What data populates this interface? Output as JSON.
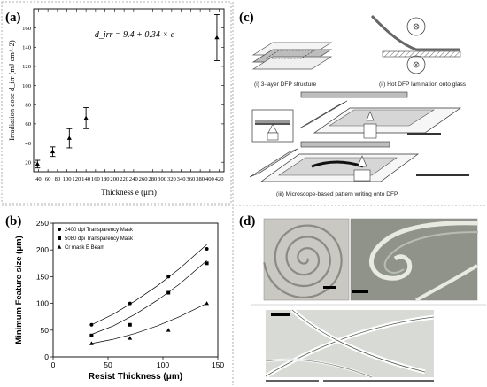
{
  "panels": {
    "a": {
      "letter": "(a)"
    },
    "b": {
      "letter": "(b)"
    },
    "c": {
      "letter": "(c)",
      "captions": {
        "i": "(i) 3-layer DFP structure",
        "ii": "(ii) Hot DFP lamination onto glass",
        "iii": "(iii) Microscope-based pattern writing onto DFP"
      }
    },
    "d": {
      "letter": "(d)"
    }
  },
  "chart_data": [
    {
      "id": "a",
      "type": "scatter",
      "title": "",
      "annotation": "d_irr = 9.4 + 0.34 × e",
      "xlabel": "Thickness e (μm)",
      "ylabel": "Irradiation dose d_irr (mJ cm^-2)",
      "xlim": [
        30,
        430
      ],
      "ylim": [
        10,
        180
      ],
      "xticks": [
        40,
        60,
        80,
        100,
        120,
        140,
        160,
        180,
        200,
        220,
        240,
        260,
        280,
        300,
        320,
        340,
        360,
        380,
        400,
        420
      ],
      "yticks": [
        20,
        40,
        60,
        80,
        100,
        120,
        140,
        160
      ],
      "grid": false,
      "points": [
        {
          "x": 38,
          "y": 18,
          "err": 4
        },
        {
          "x": 70,
          "y": 31,
          "err": 5
        },
        {
          "x": 105,
          "y": 45,
          "err": 10
        },
        {
          "x": 140,
          "y": 66,
          "err": 11
        },
        {
          "x": 415,
          "y": 150,
          "err": 24
        }
      ]
    },
    {
      "id": "b",
      "type": "scatter",
      "title": "",
      "xlabel": "Resist Thickness (μm)",
      "ylabel": "Minimum Feature size (μm)",
      "xlim": [
        0,
        150
      ],
      "ylim": [
        0,
        250
      ],
      "xticks": [
        0,
        50,
        100,
        150
      ],
      "yticks": [
        0,
        50,
        100,
        150,
        200,
        250
      ],
      "grid": false,
      "legend": "top-left",
      "series": [
        {
          "name": "2400 dpi Transparency Mask",
          "marker": "circle",
          "x": [
            35,
            70,
            105,
            140
          ],
          "y": [
            60,
            100,
            150,
            202
          ],
          "fit": [
            [
              35,
              60
            ],
            [
              55,
              80
            ],
            [
              75,
              105
            ],
            [
              95,
              133
            ],
            [
              115,
              165
            ],
            [
              140,
              210
            ]
          ]
        },
        {
          "name": "5080 dpi Transparency Mask",
          "marker": "square",
          "x": [
            35,
            70,
            105,
            140
          ],
          "y": [
            40,
            60,
            120,
            175
          ],
          "fit": [
            [
              35,
              42
            ],
            [
              55,
              58
            ],
            [
              75,
              80
            ],
            [
              95,
              106
            ],
            [
              115,
              136
            ],
            [
              140,
              180
            ]
          ]
        },
        {
          "name": "Cr mask E Beam",
          "marker": "triangle",
          "x": [
            35,
            70,
            105,
            140
          ],
          "y": [
            25,
            35,
            50,
            100
          ],
          "fit": [
            [
              35,
              25
            ],
            [
              55,
              33
            ],
            [
              75,
              44
            ],
            [
              95,
              58
            ],
            [
              115,
              75
            ],
            [
              140,
              100
            ]
          ]
        }
      ]
    }
  ]
}
